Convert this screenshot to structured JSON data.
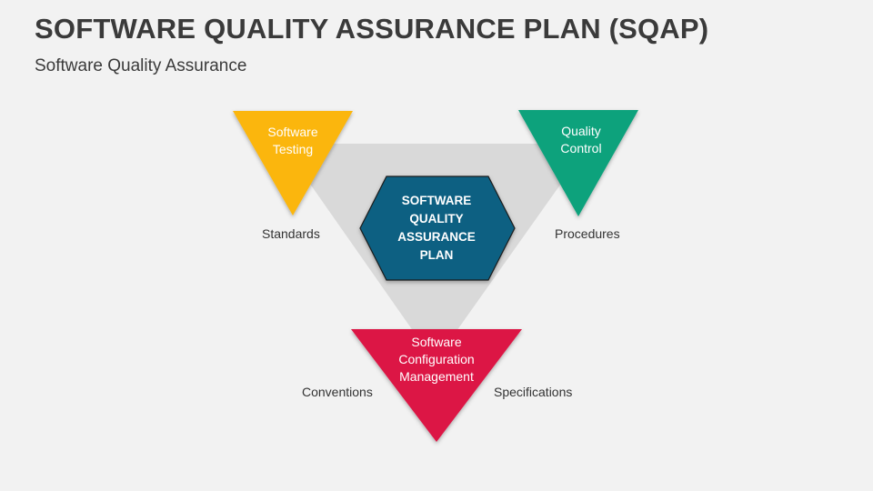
{
  "title": "SOFTWARE QUALITY ASSURANCE PLAN (SQAP)",
  "subtitle": "Software Quality Assurance",
  "center": {
    "label": "SOFTWARE QUALITY ASSURANCE PLAN",
    "color": "#0e6182"
  },
  "nodes": {
    "testing": {
      "label": "Software Testing",
      "color": "#fbb60d"
    },
    "quality_control": {
      "label": "Quality Control",
      "color": "#0aa27b"
    },
    "config_mgmt": {
      "label": "Software Configuration Management",
      "color": "#dc1545"
    }
  },
  "side_labels": {
    "standards": "Standards",
    "procedures": "Procedures",
    "conventions": "Conventions",
    "specifications": "Specifications"
  },
  "background_triangle_color": "#d9d9d9"
}
